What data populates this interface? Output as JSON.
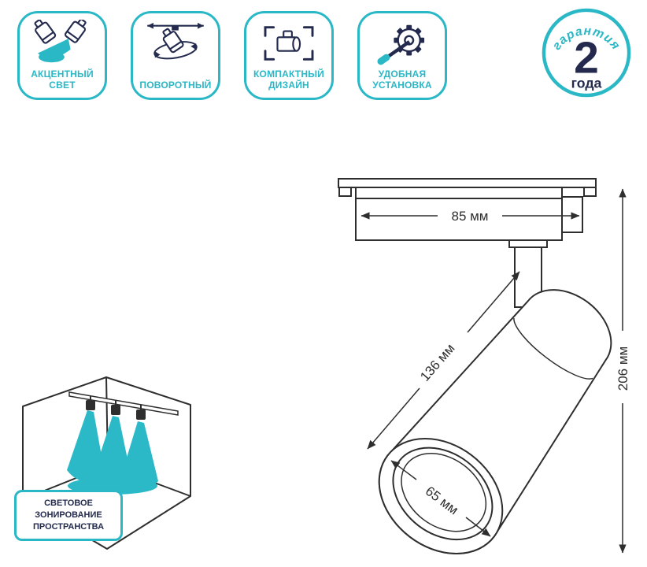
{
  "features": [
    {
      "label": "АКЦЕНТНЫЙ СВЕТ",
      "icon": "accent-light-icon"
    },
    {
      "label": "ПОВОРОТНЫЙ",
      "icon": "rotatable-icon"
    },
    {
      "label": "КОМПАКТНЫЙ ДИЗАЙН",
      "icon": "compact-design-icon"
    },
    {
      "label": "УДОБНАЯ УСТАНОВКА",
      "icon": "easy-install-icon"
    }
  ],
  "warranty": {
    "arc_text": "гарантия",
    "value": "2",
    "unit": "года"
  },
  "dimensions": {
    "track_width": "85 мм",
    "body_length": "136 мм",
    "total_height": "206 мм",
    "diameter": "65 мм"
  },
  "zoning": {
    "label": "СВЕТОВОЕ ЗОНИРОВАНИЕ ПРОСТРАНСТВА"
  },
  "colors": {
    "teal": "#2ab7c6",
    "navy": "#232a4d",
    "line": "#2e2e2e"
  }
}
